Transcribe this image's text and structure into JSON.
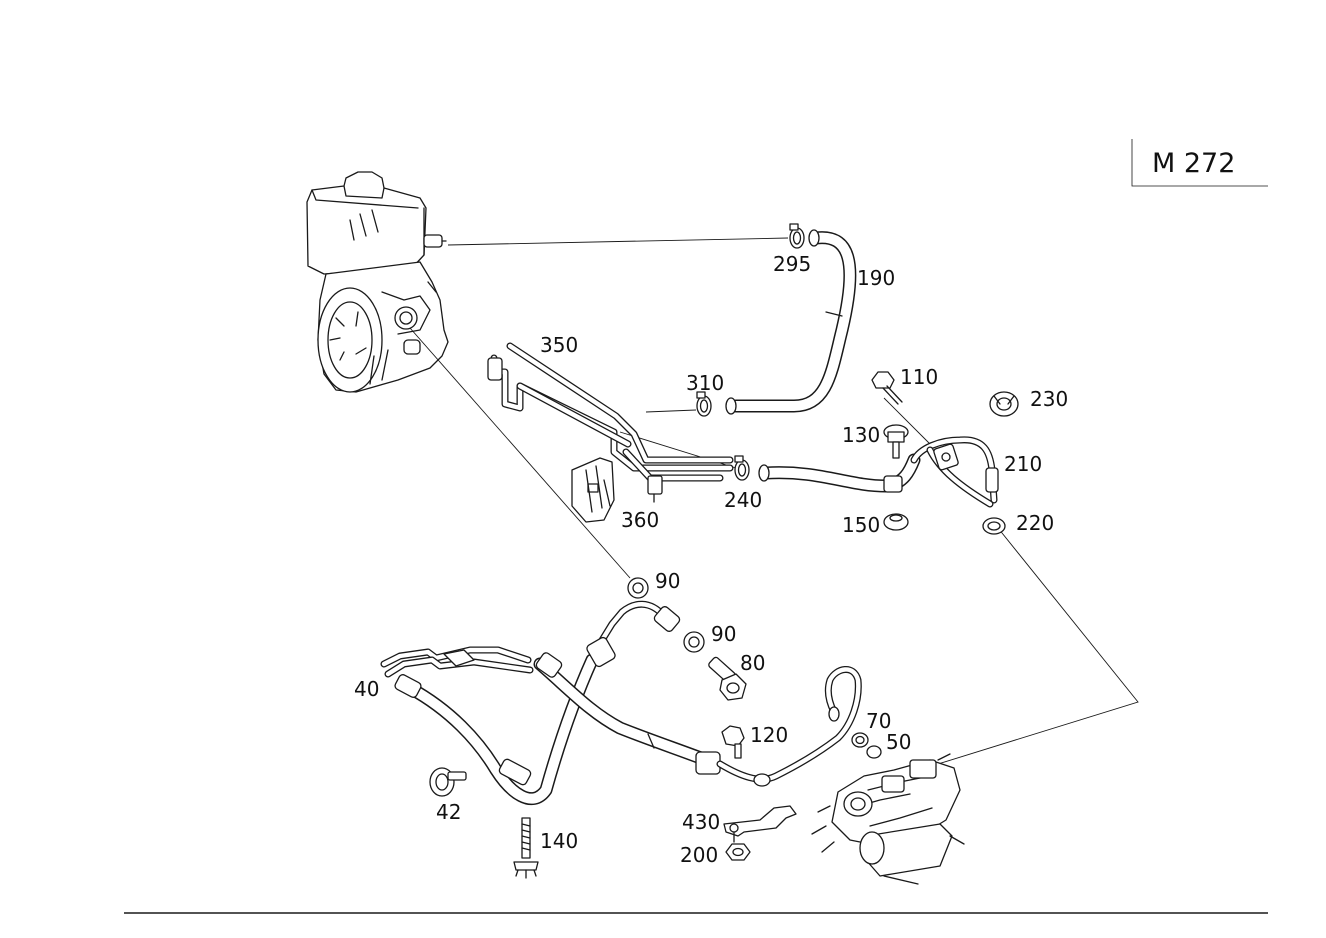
{
  "engine_code": "M 272",
  "part_numbers": {
    "p295": "295",
    "p190": "190",
    "p350": "350",
    "p310": "310",
    "p110": "110",
    "p230": "230",
    "p130": "130",
    "p210": "210",
    "p240": "240",
    "p360": "360",
    "p150": "150",
    "p220": "220",
    "p90a": "90",
    "p90b": "90",
    "p80": "80",
    "p40": "40",
    "p70": "70",
    "p50": "50",
    "p120": "120",
    "p42": "42",
    "p430": "430",
    "p140": "140",
    "p200": "200"
  },
  "colors": {
    "ink": "#1a1a1a",
    "background": "#ffffff"
  }
}
